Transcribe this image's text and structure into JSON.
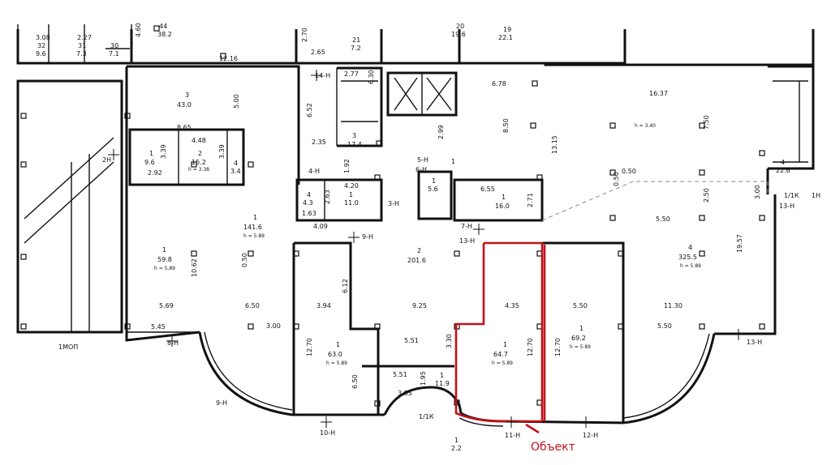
{
  "plan": {
    "object_label": "Объект",
    "accent_color": "#c0121a",
    "rooms": [
      {
        "id": "1",
        "area": "59.8",
        "height": "h = 5.89"
      },
      {
        "id": "1",
        "area": "141.6",
        "height": "h = 5.89"
      },
      {
        "id": "1",
        "area": "63.0",
        "height": "h = 5.89"
      },
      {
        "id": "1",
        "area": "64.7",
        "height": "h = 5.89"
      },
      {
        "id": "1",
        "area": "69.2",
        "height": "h = 5.89"
      },
      {
        "id": "4",
        "area": "325.5",
        "height": "h = 5.89"
      },
      {
        "id": "2",
        "area": "201.6",
        "height": ""
      },
      {
        "id": "3",
        "area": "43.0",
        "height": ""
      },
      {
        "id": "1",
        "area": "9.6",
        "height": ""
      },
      {
        "id": "2",
        "area": "15.2",
        "height": "h = 3.38"
      },
      {
        "id": "4",
        "area": "3.4",
        "height": ""
      },
      {
        "id": "4",
        "area": "4.3",
        "height": ""
      },
      {
        "id": "1",
        "area": "11.0",
        "height": ""
      },
      {
        "id": "1",
        "area": "16.0",
        "height": ""
      },
      {
        "id": "1",
        "area": "5.6",
        "height": ""
      },
      {
        "id": "3",
        "area": "17.4",
        "height": ""
      },
      {
        "id": "1",
        "area": "11.9",
        "height": ""
      },
      {
        "id": "4",
        "area": "22.6",
        "height": ""
      },
      {
        "id": "1",
        "area": "2.2",
        "height": ""
      },
      {
        "id": "32",
        "area": "9.6",
        "height": ""
      },
      {
        "id": "31",
        "area": "7.3",
        "height": ""
      },
      {
        "id": "30",
        "area": "7.1",
        "height": ""
      },
      {
        "id": "44",
        "area": "38.2",
        "height": ""
      },
      {
        "id": "21",
        "area": "7.2",
        "height": ""
      },
      {
        "id": "20",
        "area": "19.6",
        "height": ""
      },
      {
        "id": "19",
        "area": "22.1",
        "height": ""
      }
    ],
    "height_note": "h = 3.40",
    "dimensions": [
      "3.08",
      "2.27",
      "12.16",
      "2.70",
      "2.65",
      "2.77",
      "6.30",
      "6.78",
      "16.37",
      "5.00",
      "6.52",
      "8.50",
      "7.50",
      "13.15",
      "8.65",
      "4.48",
      "3.39",
      "3.39",
      "2.92",
      "2.35",
      "2.99",
      "1.92",
      "4.20",
      "2.63",
      "1.63",
      "6.55",
      "2.71",
      "0.50",
      "0.50",
      "2.50",
      "3.00",
      "5.50",
      "4.09",
      "10.62",
      "0.50",
      "19.57",
      "6.12",
      "5.69",
      "6.50",
      "3.94",
      "9.25",
      "4.35",
      "5.50",
      "11.30",
      "3.00",
      "5.45",
      "5.51",
      "3.30",
      "12.70",
      "12.70",
      "12.70",
      "5.50",
      "6.50",
      "5.51",
      "1.95",
      "3.85",
      "4.60",
      "1"
    ],
    "axes": [
      "14-Н",
      "2Н",
      "4-Н",
      "3-Н",
      "5-Н",
      "6-Н",
      "7-Н",
      "9-Н",
      "13-Н",
      "13-Н",
      "1/1К",
      "1Н",
      "8-Н",
      "9-Н",
      "10-Н",
      "1/1К",
      "11-Н",
      "12-Н",
      "13-Н"
    ],
    "corridor": "1МОП"
  }
}
